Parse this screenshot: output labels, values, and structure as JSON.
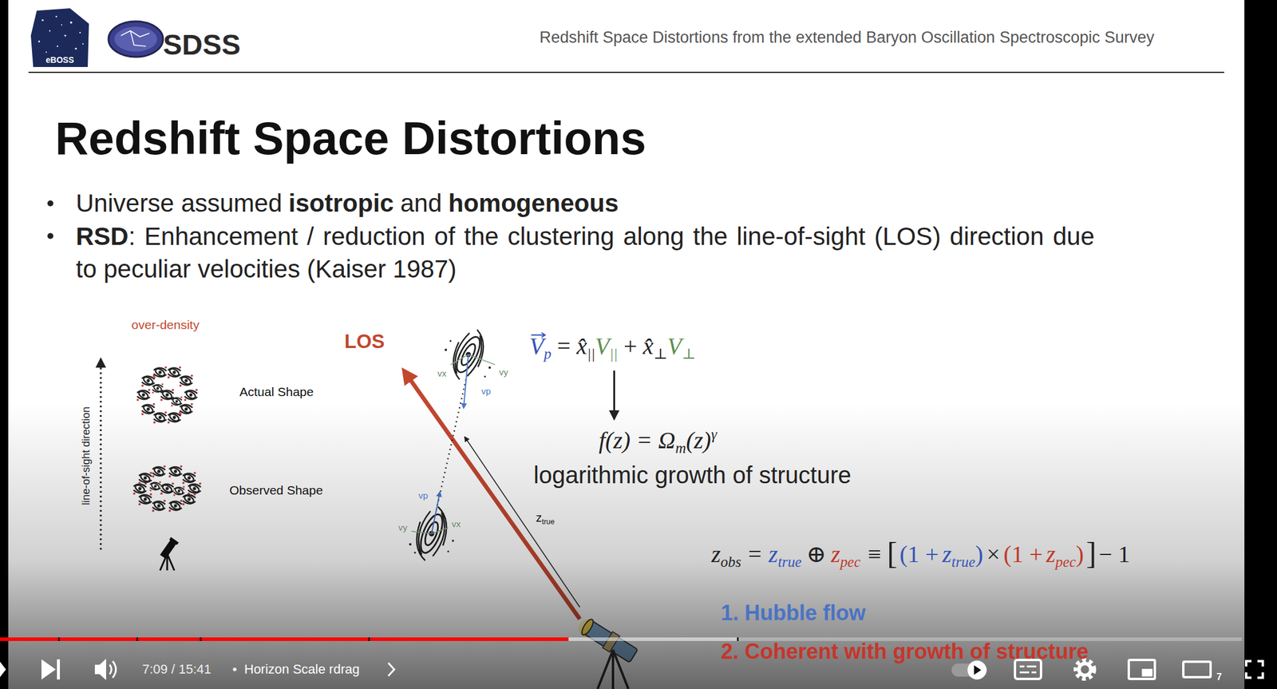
{
  "diagram": {
    "title": "Redshift Space Distortions",
    "labels": [
      "Redshift Space Distortions from the extended Baryon Oscillation Spectroscopic Survey",
      "eBOSS",
      "SDSS",
      "Universe assumed",
      "isotropic",
      "and",
      "homogeneous",
      "RSD",
      ": Enhancement / reduction of the clustering along the line-of-sight (LOS) direction due to peculiar velocities (Kaiser 1987)",
      "over-density",
      "line-of-sight direction",
      "Actual Shape",
      "Observed Shape",
      "LOS",
      "vx",
      "vy",
      "vp",
      "vp",
      "vy",
      "vx",
      "z",
      "true",
      "V",
      "p",
      "=",
      "x̂",
      "||",
      "V",
      "||",
      "+",
      "x̂",
      "⊥",
      "V",
      "⊥",
      "f(z) = Ω",
      "m",
      "(z)",
      "γ",
      "logarithmic growth of structure",
      "z",
      "obs",
      "=",
      "z",
      "true",
      "⊕",
      "z",
      "pec",
      "≡",
      "[",
      "(1 +",
      "z",
      "true",
      ")",
      "×",
      "(1 +",
      "z",
      "pec",
      ")",
      "]",
      "− 1",
      "1. Hubble flow",
      "2. Coherent with growth of structure",
      "7:09 / 15:41",
      "•",
      "Horizon Scale rdrag",
      "7"
    ]
  }
}
